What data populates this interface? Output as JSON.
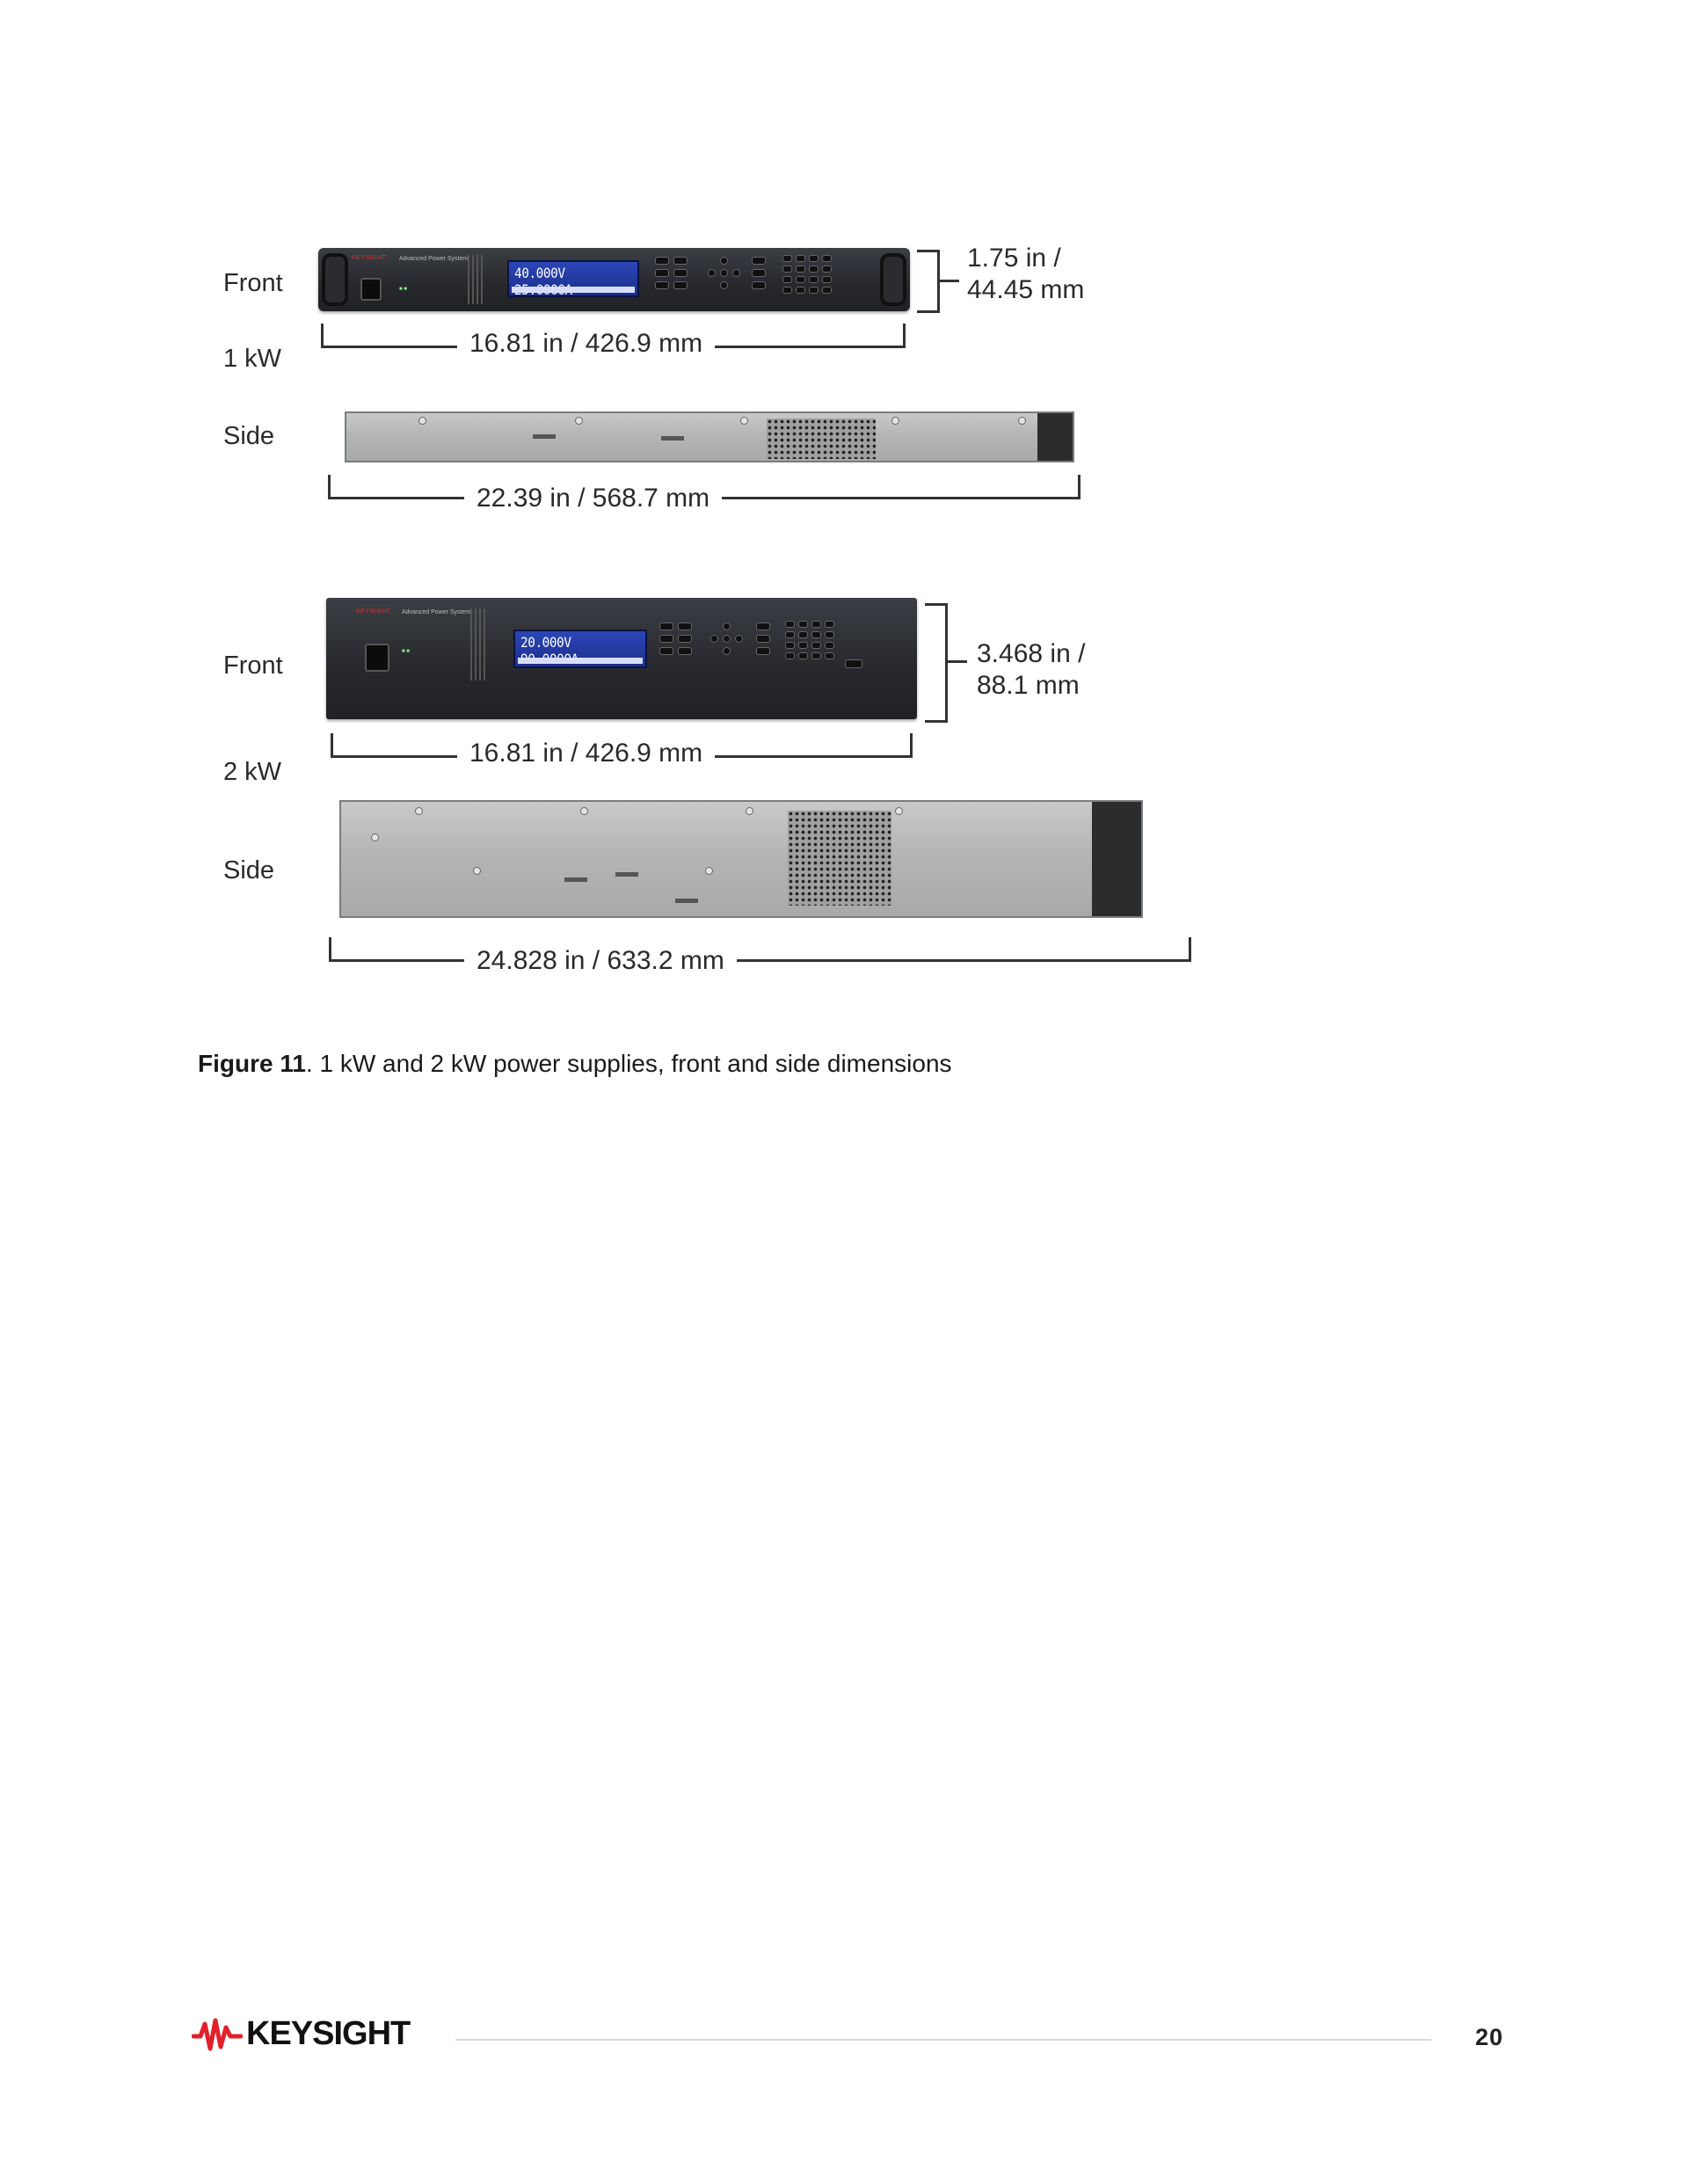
{
  "figure": {
    "unit_1kw": {
      "group_label": "1 kW",
      "front_label": "Front",
      "side_label": "Side",
      "front_width": "16.81 in / 426.9 mm",
      "height_line1": "1.75 in /",
      "height_line2": "44.45 mm",
      "side_length": "22.39 in / 568.7 mm",
      "display_readout": "40.000V  25.0000A",
      "brand": "KEYSIGHT",
      "model_text": "Advanced Power System"
    },
    "unit_2kw": {
      "group_label": "2 kW",
      "front_label": "Front",
      "side_label": "Side",
      "front_width": "16.81 in / 426.9 mm",
      "height_line1": "3.468 in /",
      "height_line2": "88.1 mm",
      "side_length": "24.828 in / 633.2 mm",
      "display_readout": "20.000V  90.0000A",
      "brand": "KEYSIGHT",
      "model_text": "Advanced Power System"
    }
  },
  "caption": {
    "label": "Figure 11",
    "text": ". 1 kW and 2 kW power supplies, front and side dimensions"
  },
  "footer": {
    "logo_text": "KEYSIGHT",
    "logo_icon": "keysight-wave-icon",
    "brand_color": "#e0202b",
    "page_number": "20"
  }
}
